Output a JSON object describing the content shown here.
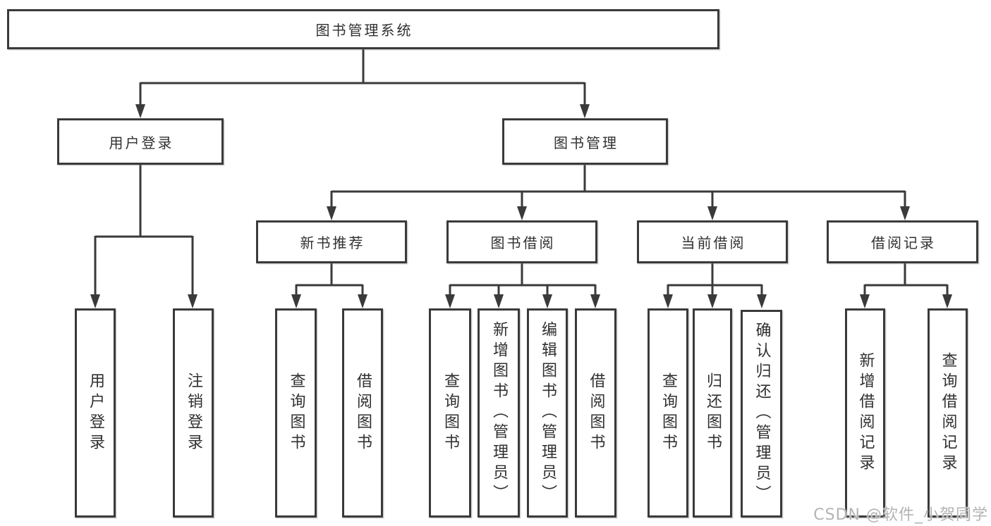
{
  "tree": {
    "root": {
      "label": "图书管理系统",
      "children": [
        {
          "label": "用户登录",
          "children": [
            {
              "label": "用户登录"
            },
            {
              "label": "注销登录"
            }
          ]
        },
        {
          "label": "图书管理",
          "children": [
            {
              "label": "新书推荐",
              "children": [
                {
                  "label": "查询图书"
                },
                {
                  "label": "借阅图书"
                }
              ]
            },
            {
              "label": "图书借阅",
              "children": [
                {
                  "label": "查询图书"
                },
                {
                  "label": "新增图书（管理员）"
                },
                {
                  "label": "编辑图书（管理员）"
                },
                {
                  "label": "借阅图书"
                }
              ]
            },
            {
              "label": "当前借阅",
              "children": [
                {
                  "label": "查询图书"
                },
                {
                  "label": "归还图书"
                },
                {
                  "label": "确认归还（管理员）"
                }
              ]
            },
            {
              "label": "借阅记录",
              "children": [
                {
                  "label": "新增借阅记录"
                },
                {
                  "label": "查询借阅记录"
                }
              ]
            }
          ]
        }
      ]
    }
  },
  "watermark": {
    "text": "CSDN @软件_小贺同学"
  },
  "colors": {
    "line": "#3a3a3a",
    "box_border": "#3a3a3a",
    "text": "#303030",
    "watermark_text": "#b3b3b3",
    "background": "#ffffff"
  }
}
